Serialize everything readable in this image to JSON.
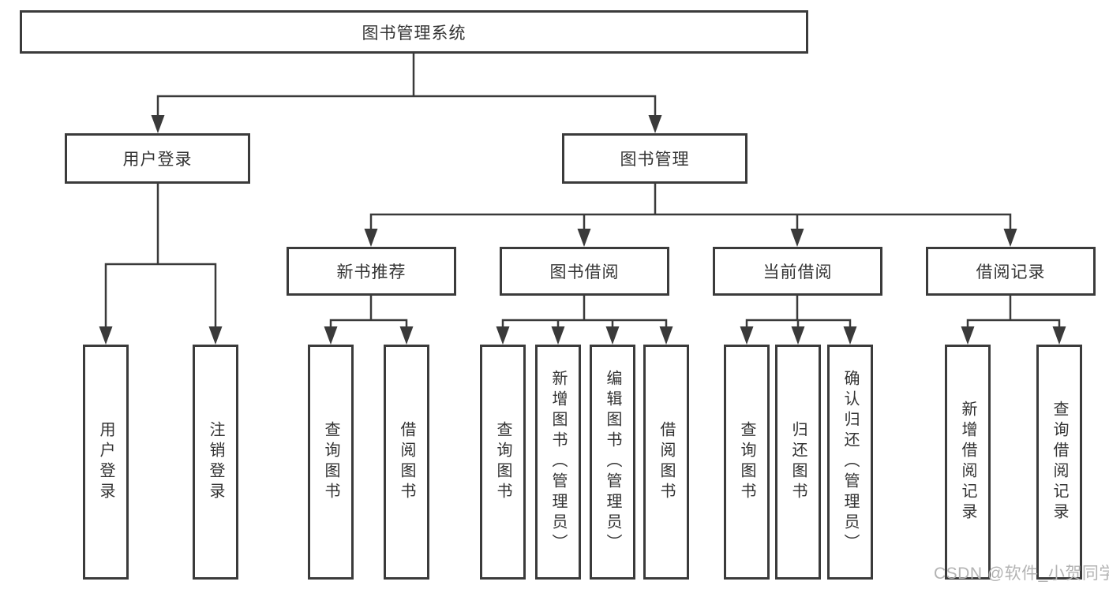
{
  "tree": {
    "root": {
      "label": "图书管理系统"
    },
    "level1": [
      {
        "label": "用户登录",
        "leaves": [
          {
            "label": "用户登录"
          },
          {
            "label": "注销登录"
          }
        ]
      },
      {
        "label": "图书管理",
        "groups": [
          {
            "label": "新书推荐",
            "leaves": [
              {
                "label": "查询图书"
              },
              {
                "label": "借阅图书"
              }
            ]
          },
          {
            "label": "图书借阅",
            "leaves": [
              {
                "label": "查询图书"
              },
              {
                "label": "新增图书（管理员）"
              },
              {
                "label": "编辑图书（管理员）"
              },
              {
                "label": "借阅图书"
              }
            ]
          },
          {
            "label": "当前借阅",
            "leaves": [
              {
                "label": "查询图书"
              },
              {
                "label": "归还图书"
              },
              {
                "label": "确认归还（管理员）"
              }
            ]
          },
          {
            "label": "借阅记录",
            "leaves": [
              {
                "label": "新增借阅记录"
              },
              {
                "label": "查询借阅记录"
              }
            ]
          }
        ]
      }
    ]
  },
  "watermark": {
    "text": "CSDN @软件_小贺同学"
  },
  "colors": {
    "line": "#3a3a3a",
    "border": "#3b3b3b",
    "text": "#333333",
    "background": "#ffffff",
    "watermark": "#b3b3b3"
  }
}
